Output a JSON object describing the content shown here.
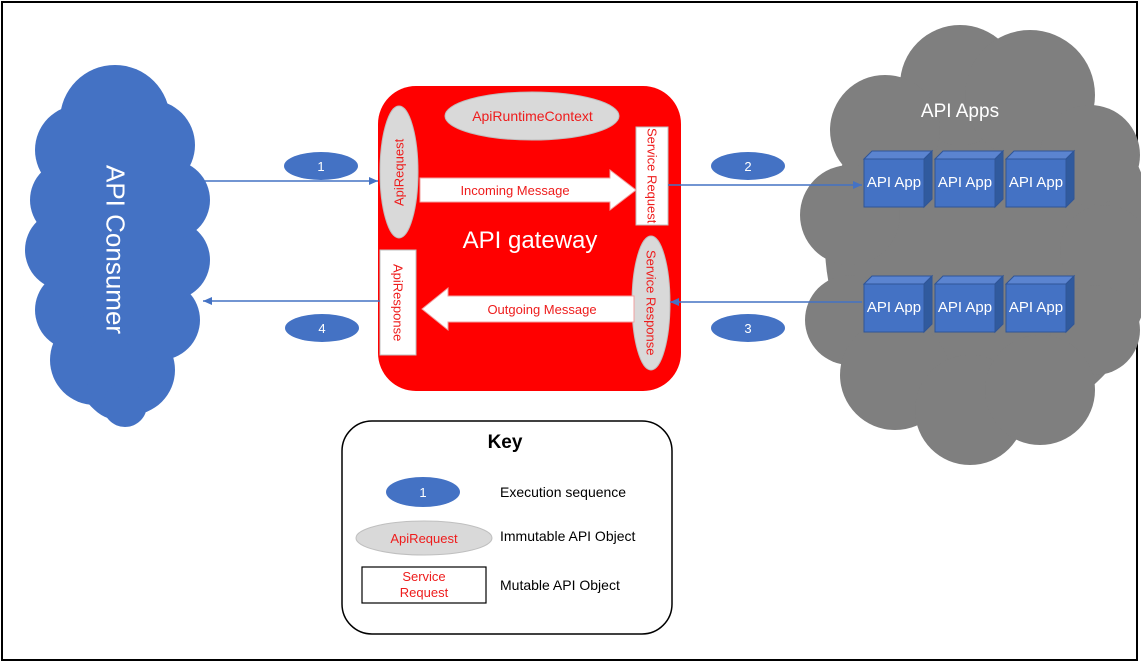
{
  "consumer": {
    "label": "API Consumer",
    "color": "#4472c4"
  },
  "apps_cloud": {
    "title": "API Apps",
    "color": "#7f7f7f",
    "box_label": "API App",
    "box_color": "#4472c4",
    "row1": [
      "API App",
      "API App",
      "API App"
    ],
    "row2": [
      "API App",
      "API App",
      "API App"
    ]
  },
  "gateway": {
    "title": "API gateway",
    "color": "#ff0000",
    "runtime_context": "ApiRuntimeContext",
    "api_request": "ApiRequest",
    "api_response": "ApiResponse",
    "service_request": "Service Request",
    "service_response": "Service Response",
    "incoming_message": "Incoming Message",
    "outgoing_message": "Outgoing Message"
  },
  "steps": [
    "1",
    "2",
    "3",
    "4"
  ],
  "key": {
    "title": "Key",
    "sequence_sample": "1",
    "sequence_label": "Execution sequence",
    "immutable_sample": "ApiRequest",
    "immutable_label": "Immutable API Object",
    "mutable_sample": "Service Request",
    "mutable_label": "Mutable API Object"
  }
}
